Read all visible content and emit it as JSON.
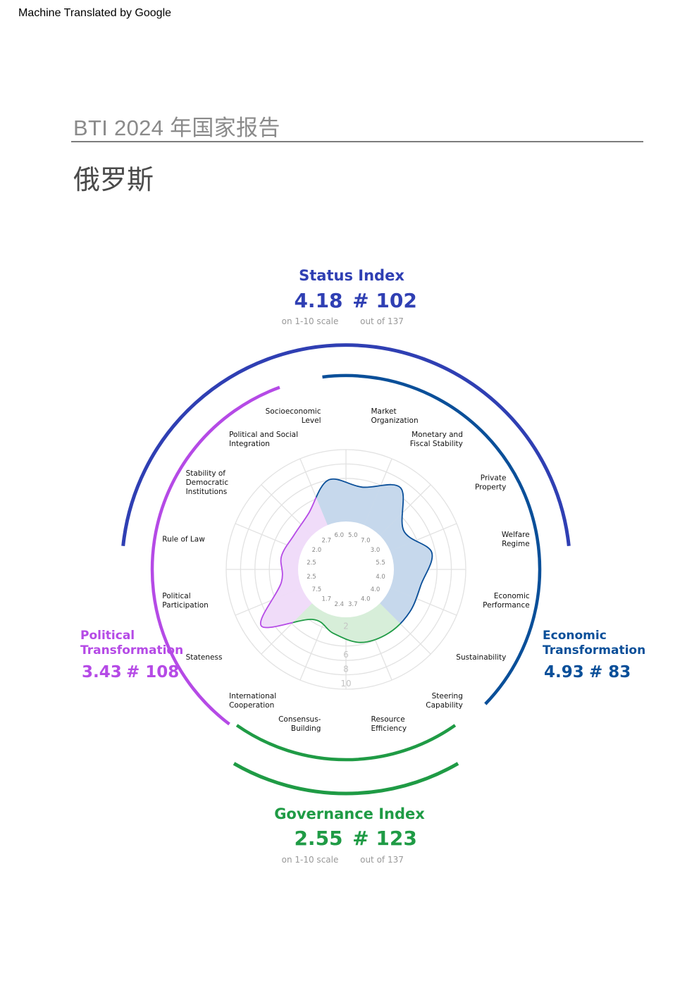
{
  "banner": "Machine Translated by Google",
  "header": {
    "report_title": "BTI 2024 年国家报告",
    "country": "俄罗斯"
  },
  "chart_data": {
    "type": "radar",
    "scale_labels": [
      "2",
      "6",
      "8",
      "10"
    ],
    "indices": {
      "status": {
        "title": "Status Index",
        "score": "4.18",
        "rank": "# 102",
        "score_note": "on 1-10 scale",
        "rank_note": "out of 137",
        "color": "#2f3fb3"
      },
      "governance": {
        "title": "Governance Index",
        "score": "2.55",
        "rank": "# 123",
        "score_note": "on 1-10 scale",
        "rank_note": "out of 137",
        "color": "#1f9b45"
      },
      "political": {
        "title_line1": "Political",
        "title_line2": "Transformation",
        "score": "3.43",
        "rank": "# 108",
        "color": "#b54ae6"
      },
      "economic": {
        "title_line1": "Economic",
        "title_line2": "Transformation",
        "score": "4.93",
        "rank": "# 83",
        "color": "#0a4f99"
      }
    },
    "criteria": [
      {
        "name": [
          "Market",
          "Organization"
        ],
        "value": 5.0,
        "group": "economic"
      },
      {
        "name": [
          "Monetary and",
          "Fiscal Stability"
        ],
        "value": 7.0,
        "group": "economic"
      },
      {
        "name": [
          "Private",
          "Property"
        ],
        "value": 3.0,
        "group": "economic"
      },
      {
        "name": [
          "Welfare",
          "Regime"
        ],
        "value": 5.5,
        "group": "economic"
      },
      {
        "name": [
          "Economic",
          "Performance"
        ],
        "value": 4.0,
        "group": "economic"
      },
      {
        "name": [
          "Sustainability"
        ],
        "value": 4.0,
        "group": "economic"
      },
      {
        "name": [
          "Steering",
          "Capability"
        ],
        "value": 4.0,
        "group": "governance"
      },
      {
        "name": [
          "Resource",
          "Efficiency"
        ],
        "value": 3.7,
        "group": "governance"
      },
      {
        "name": [
          "Consensus-",
          "Building"
        ],
        "value": 2.4,
        "group": "governance"
      },
      {
        "name": [
          "International",
          "Cooperation"
        ],
        "value": 1.7,
        "group": "governance"
      },
      {
        "name": [
          "Stateness"
        ],
        "value": 7.5,
        "group": "political"
      },
      {
        "name": [
          "Political",
          "Participation"
        ],
        "value": 2.5,
        "group": "political"
      },
      {
        "name": [
          "Rule of Law"
        ],
        "value": 2.5,
        "group": "political"
      },
      {
        "name": [
          "Stability of",
          "Democratic",
          "Institutions"
        ],
        "value": 2.0,
        "group": "political"
      },
      {
        "name": [
          "Political and Social",
          "Integration"
        ],
        "value": 2.7,
        "group": "political"
      },
      {
        "name": [
          "Socioeconomic",
          "Level"
        ],
        "value": 6.0,
        "group": "economic"
      }
    ]
  }
}
